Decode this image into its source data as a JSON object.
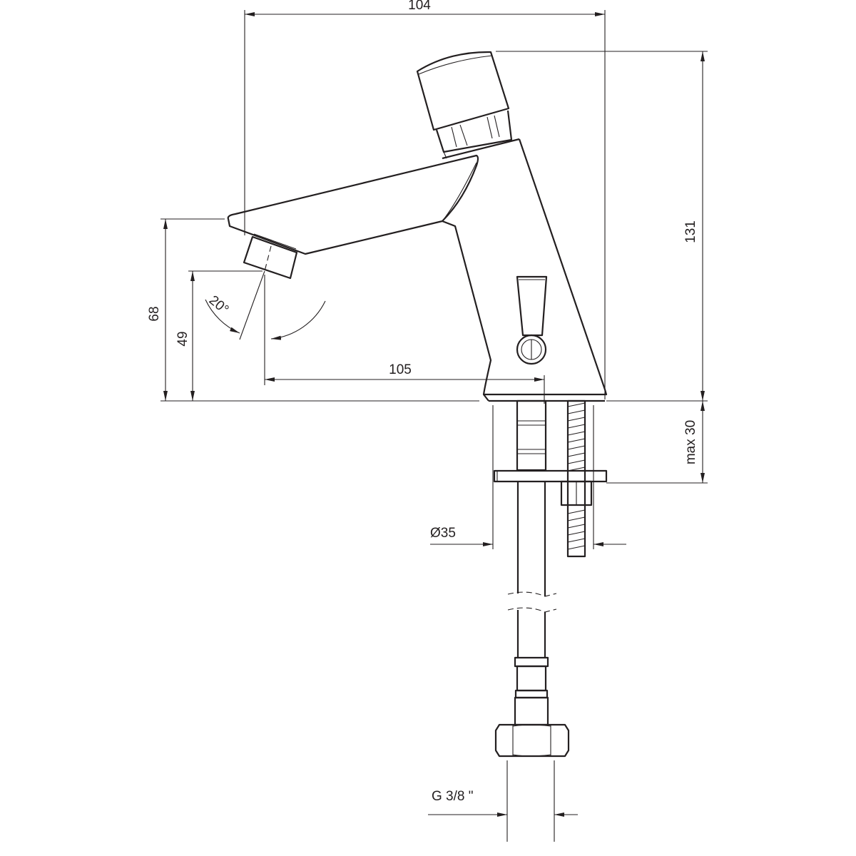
{
  "drawing": {
    "dimensions": {
      "overall_width": "104",
      "overall_height": "131",
      "spout_height": "68",
      "outlet_height": "49",
      "spray_angle": "20°",
      "spout_reach": "105",
      "max_deck_thickness": "max 30",
      "mounting_hole_diameter": "Ø35",
      "connection_thread": "G 3/8 \""
    },
    "colors": {
      "line": "#231f20",
      "background": "#ffffff"
    }
  }
}
